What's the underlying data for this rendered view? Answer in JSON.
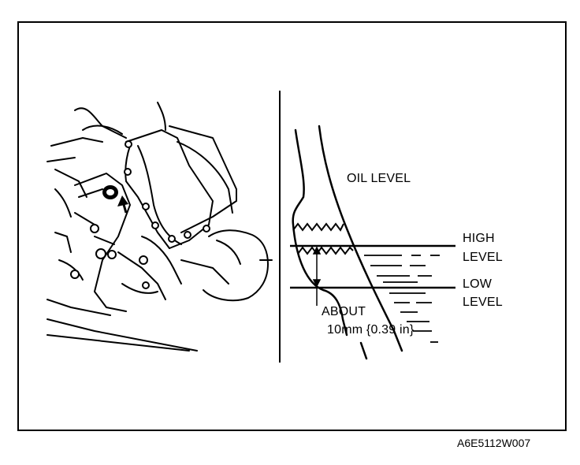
{
  "labels": {
    "oil_level": "OIL LEVEL",
    "high_level_1": "HIGH",
    "high_level_2": "LEVEL",
    "low_level_1": "LOW",
    "low_level_2": "LEVEL",
    "about_1": "ABOUT",
    "about_2": "10mm {0.39 in}"
  },
  "figure_id": "A6E5112W007"
}
